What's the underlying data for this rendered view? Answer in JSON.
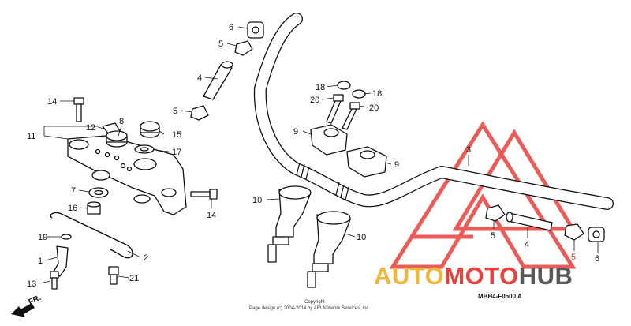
{
  "labels": {
    "p1": "1",
    "p2": "2",
    "p3": "3",
    "p4a": "4",
    "p4b": "4",
    "p5a": "5",
    "p5b": "5",
    "p5c": "5",
    "p5d": "5",
    "p6a": "6",
    "p6b": "6",
    "p7": "7",
    "p8": "8",
    "p9a": "9",
    "p9b": "9",
    "p10a": "10",
    "p10b": "10",
    "p11": "11",
    "p12": "12",
    "p13": "13",
    "p14a": "14",
    "p14b": "14",
    "p15": "15",
    "p16": "16",
    "p17": "17",
    "p18a": "18",
    "p18b": "18",
    "p19": "19",
    "p20a": "20",
    "p20b": "20",
    "p21": "21"
  },
  "direction_label": "FR.",
  "diagram_code": "MBH4-F0500 A",
  "copyright_line1": "Copyright",
  "copyright_line2": "Page design (c) 2004-2014 by ARI Network Services, Inc.",
  "watermark": {
    "auto": "AUTO",
    "moto": "MOTO",
    "hub": "HUB",
    "colors": {
      "triangle": "#e8403b",
      "auto": "#f2b53a",
      "moto": "#e8403b",
      "hub": "#585858"
    }
  }
}
